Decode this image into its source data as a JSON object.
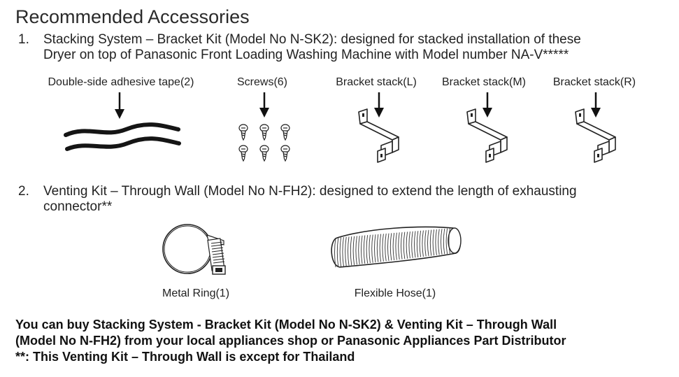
{
  "title": "Recommended Accessories",
  "items": [
    {
      "number": "1.",
      "line1": "Stacking System – Bracket Kit (Model No N-SK2): designed for stacked installation of these",
      "line2": "Dryer on top of Panasonic Front Loading Washing Machine with Model number NA-V*****",
      "parts": [
        {
          "label": "Double-side adhesive tape(2)",
          "icon": "adhesive-tape-icon"
        },
        {
          "label": "Screws(6)",
          "icon": "screws-icon"
        },
        {
          "label": "Bracket stack(L)",
          "icon": "bracket-icon"
        },
        {
          "label": "Bracket stack(M)",
          "icon": "bracket-icon"
        },
        {
          "label": "Bracket stack(R)",
          "icon": "bracket-icon"
        }
      ]
    },
    {
      "number": "2.",
      "line1": "Venting Kit – Through Wall (Model No N-FH2): designed to extend the length of exhausting",
      "line2": "connector**",
      "parts": [
        {
          "label": "Metal Ring(1)",
          "icon": "metal-ring-icon"
        },
        {
          "label": "Flexible Hose(1)",
          "icon": "flexible-hose-icon"
        }
      ]
    }
  ],
  "footer": {
    "line1": "You can buy Stacking System - Bracket Kit (Model No N-SK2) & Venting Kit – Through Wall",
    "line2": "(Model No N-FH2) from your local appliances shop or Panasonic Appliances Part Distributor",
    "line3": "**: This Venting Kit – Through Wall is except for Thailand"
  }
}
